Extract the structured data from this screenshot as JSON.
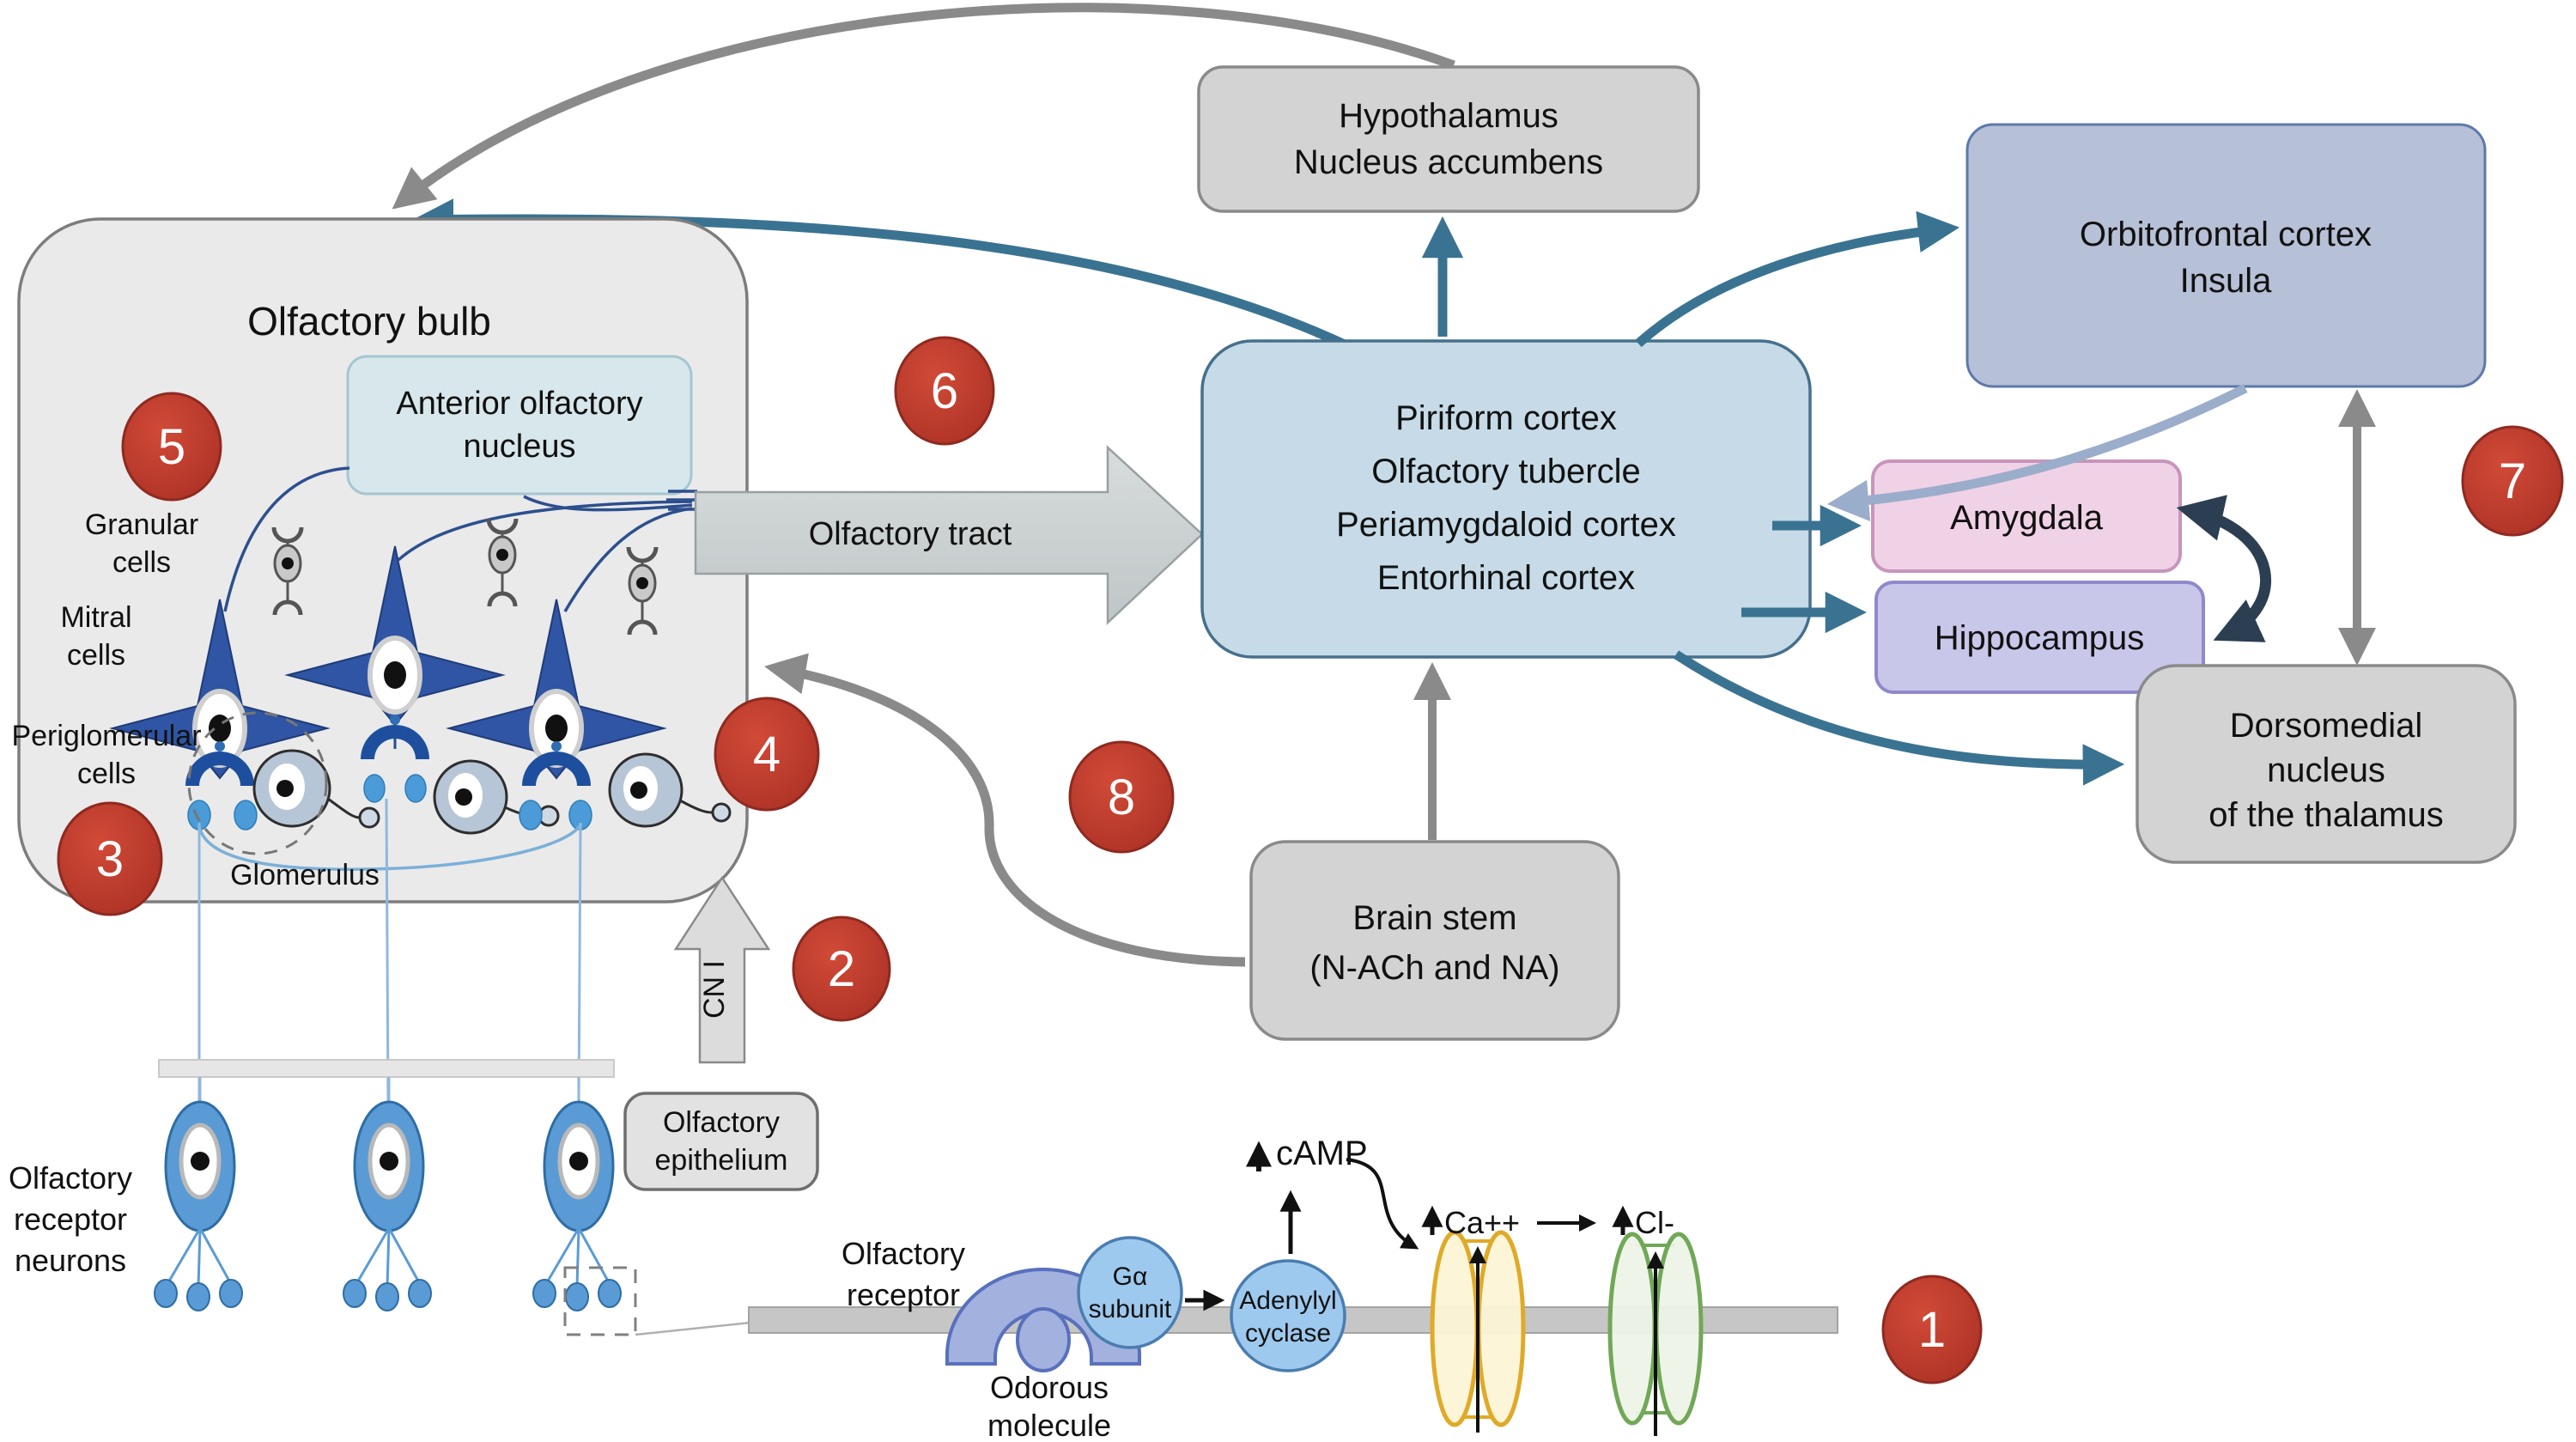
{
  "labels": {
    "olfactory_bulb": "Olfactory bulb",
    "aon1": "Anterior olfactory",
    "aon2": "nucleus",
    "granular1": "Granular",
    "granular2": "cells",
    "mitral1": "Mitral",
    "mitral2": "cells",
    "periglomerular1": "Periglomerular",
    "periglomerular2": "cells",
    "glomerulus": "Glomerulus",
    "olfactory_tract": "Olfactory tract",
    "hypothalamus1": "Hypothalamus",
    "hypothalamus2": "Nucleus accumbens",
    "orbitofrontal1": "Orbitofrontal cortex",
    "orbitofrontal2": "Insula",
    "piriform1": "Piriform cortex",
    "piriform2": "Olfactory tubercle",
    "piriform3": "Periamygdaloid cortex",
    "piriform4": "Entorhinal cortex",
    "amygdala": "Amygdala",
    "hippocampus": "Hippocampus",
    "dorsomedial1": "Dorsomedial",
    "dorsomedial2": "nucleus",
    "dorsomedial3": "of the thalamus",
    "brainstem1": "Brain stem",
    "brainstem2": "(N-ACh and NA)",
    "cn1": "CN I",
    "epithelium1": "Olfactory",
    "epithelium2": "epithelium",
    "orn1": "Olfactory",
    "orn2": "receptor",
    "orn3": "neurons",
    "olf_receptor1": "Olfactory",
    "olf_receptor2": "receptor",
    "odorous1": "Odorous",
    "odorous2": "molecule",
    "g_alpha1": "Gα",
    "g_alpha2": "subunit",
    "adenylyl1": "Adenylyl",
    "adenylyl2": "cyclase",
    "camp": "cAMP",
    "ca": "Ca++",
    "cl": "Cl-"
  },
  "steps": {
    "s1": "1",
    "s2": "2",
    "s3": "3",
    "s4": "4",
    "s5": "5",
    "s6": "6",
    "s7": "7",
    "s8": "8"
  },
  "colors": {
    "step_red": "#bf3a2b",
    "teal_arrow": "#3a7391",
    "gray_arrow": "#8a8a8a",
    "navy_arrow": "#2b3e52",
    "steel_arrow": "#9aadcb",
    "bulb_fill": "#eaeaea",
    "piriform_fill": "#c6dbe7",
    "orbitofrontal_fill": "#b6c0d6",
    "amygdala_fill": "#f0d2e6",
    "hippocampus_fill": "#c9c7e9",
    "gray_box_fill": "#d3d3d3",
    "neuron_blue": "#5b9bd5",
    "ca_channel": "#dfaa28",
    "cl_channel": "#71a858"
  }
}
